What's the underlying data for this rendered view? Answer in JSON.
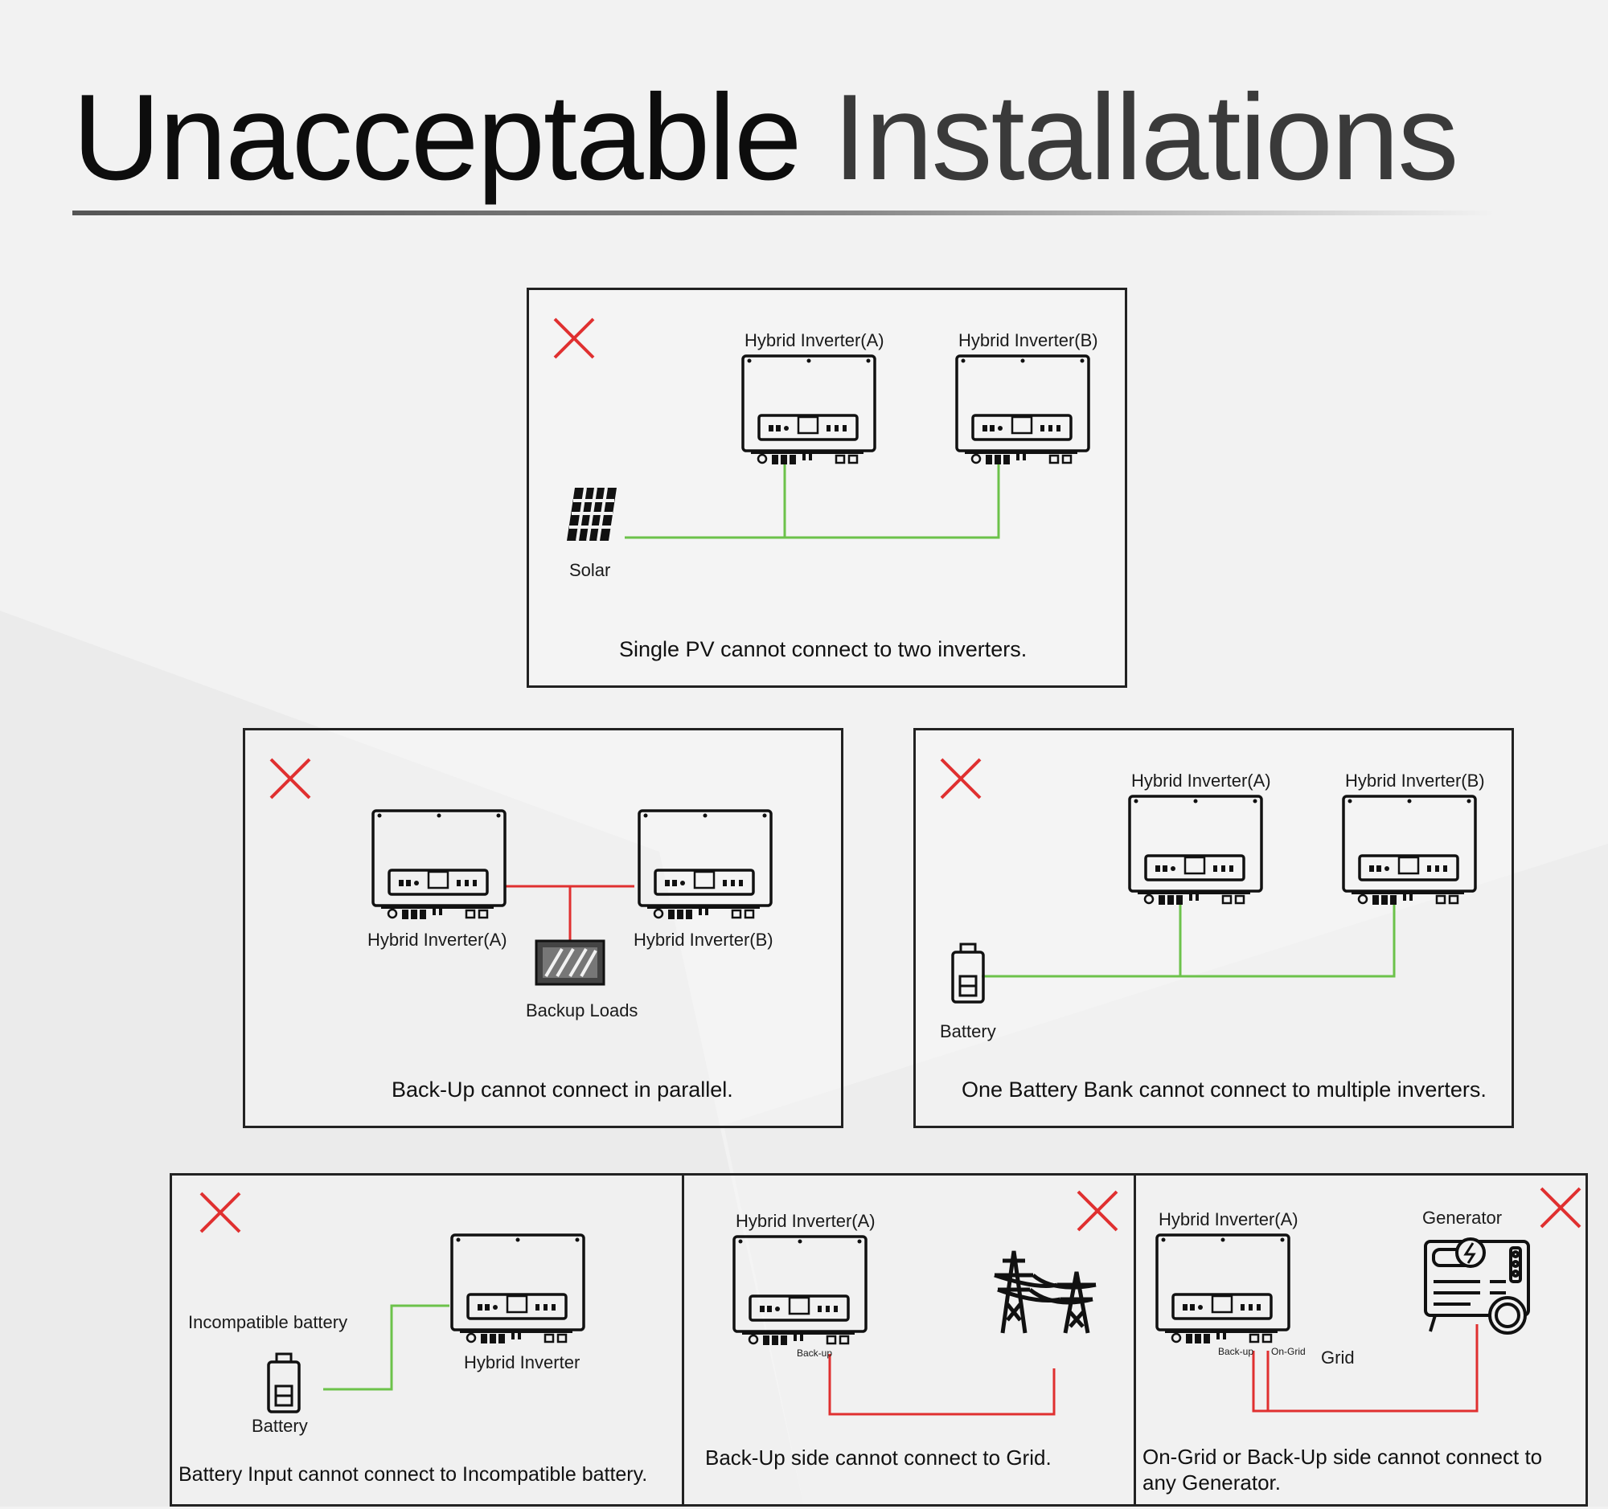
{
  "page": {
    "title_part1": "Unacceptable",
    "title_part2": "Installations"
  },
  "colors": {
    "dc_ok_line": "#6cc24a",
    "error_line": "#e03030",
    "x_mark": "#e03030",
    "border": "#222222"
  },
  "panels": {
    "single_pv": {
      "inverter_a": "Hybrid Inverter(A)",
      "inverter_b": "Hybrid Inverter(B)",
      "solar": "Solar",
      "caption": "Single PV cannot connect to two inverters."
    },
    "backup_parallel": {
      "inverter_a": "Hybrid Inverter(A)",
      "inverter_b": "Hybrid Inverter(B)",
      "loads": "Backup Loads",
      "caption": "Back-Up cannot connect in parallel."
    },
    "battery_bank": {
      "inverter_a": "Hybrid Inverter(A)",
      "inverter_b": "Hybrid Inverter(B)",
      "battery": "Battery",
      "caption": "One Battery Bank cannot connect to multiple inverters."
    },
    "incompatible_battery": {
      "battery_type": "Incompatible battery",
      "battery": "Battery",
      "inverter": "Hybrid Inverter",
      "caption": "Battery Input cannot connect to Incompatible battery."
    },
    "backup_grid": {
      "inverter_a": "Hybrid Inverter(A)",
      "port_backup": "Back-up",
      "caption": "Back-Up side cannot connect to Grid."
    },
    "generator": {
      "inverter_a": "Hybrid Inverter(A)",
      "generator": "Generator",
      "grid": "Grid",
      "port_backup": "Back-up",
      "port_ongrid": "On-Grid",
      "caption": "On-Grid or Back-Up side cannot connect to any Generator."
    }
  },
  "icons": [
    "x-mark-icon",
    "hybrid-inverter-icon",
    "solar-panel-icon",
    "battery-icon",
    "backup-loads-icon",
    "transmission-tower-icon",
    "generator-icon"
  ]
}
